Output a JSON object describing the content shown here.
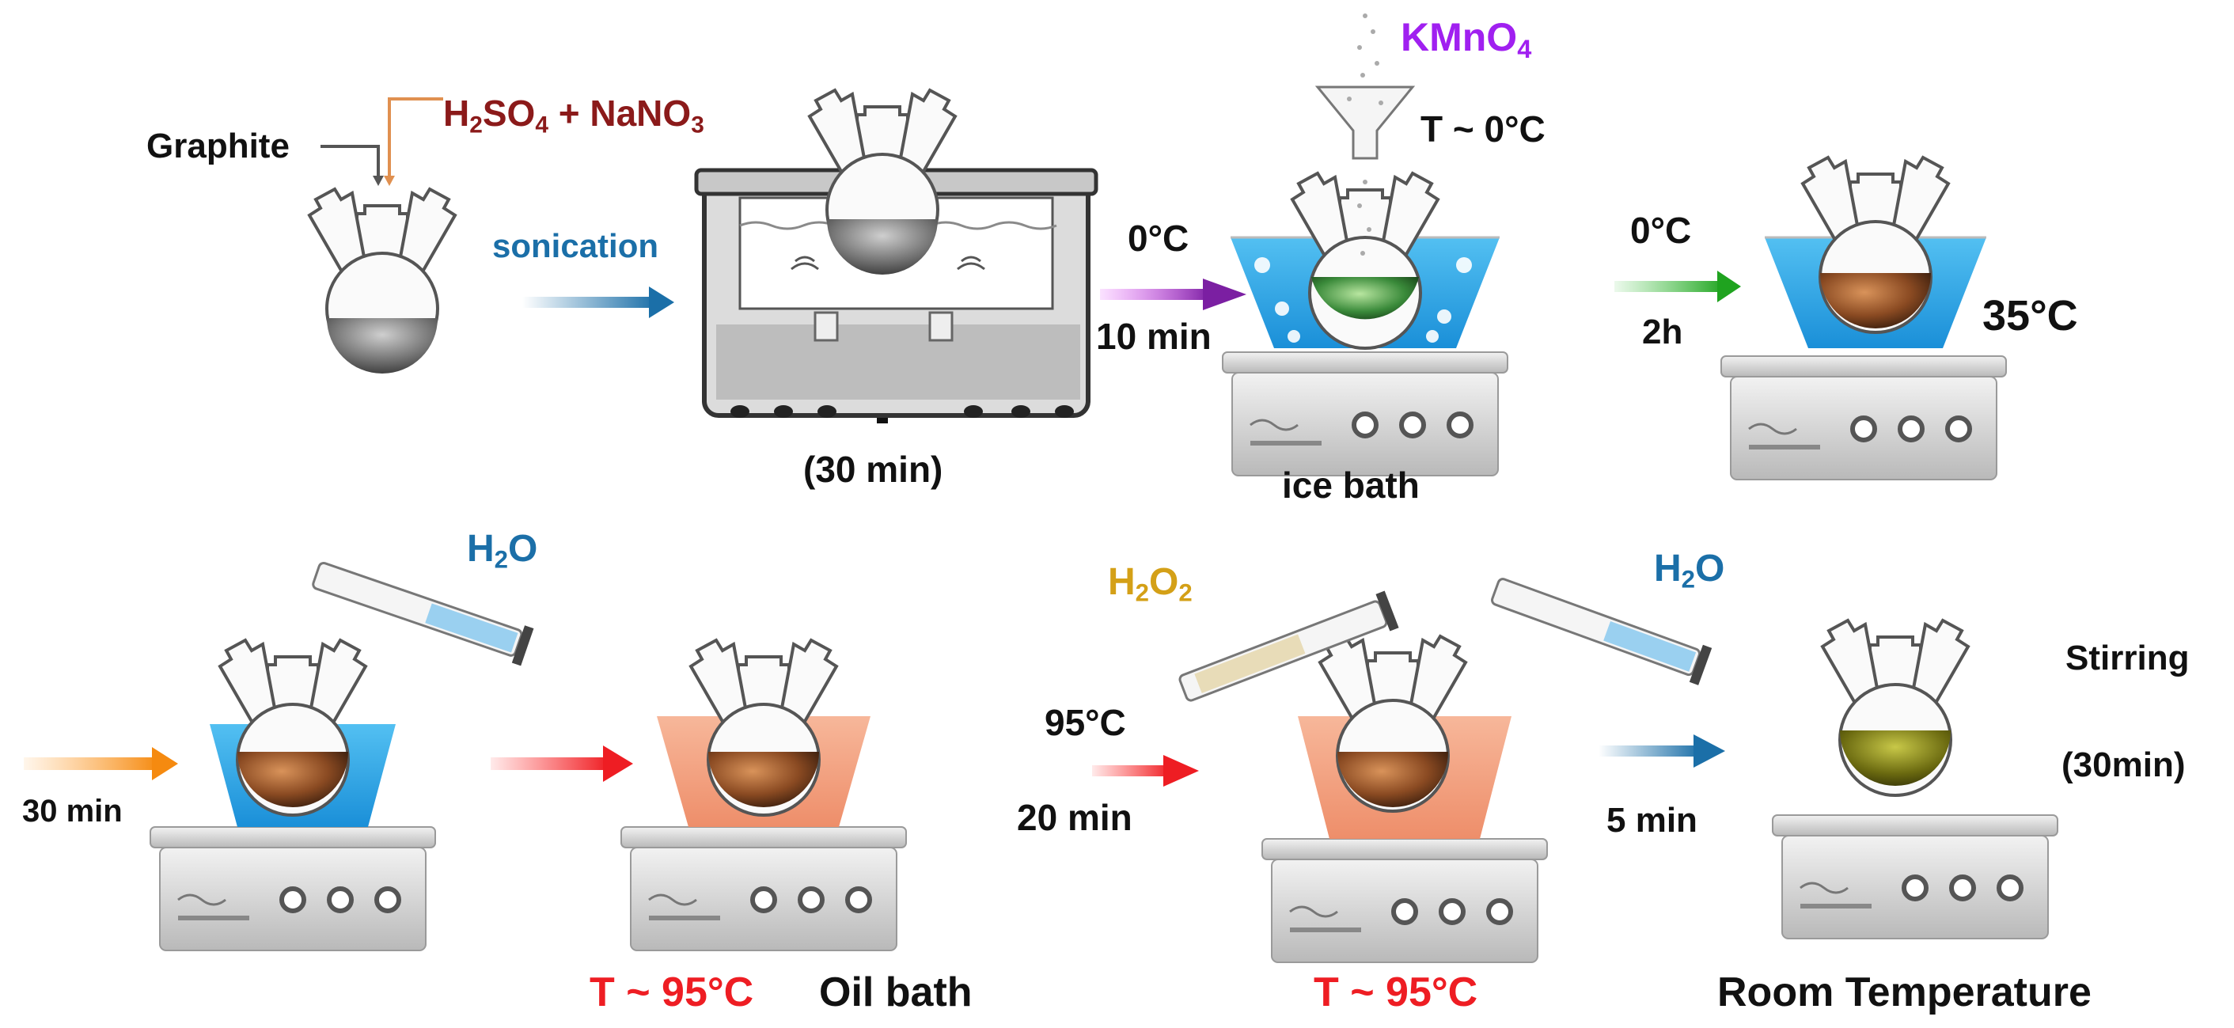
{
  "colors": {
    "dark_red": "#8b1a1a",
    "red": "#ee1d23",
    "blue": "#1b6fa8",
    "purple": "#a020f0",
    "gold": "#d4a017",
    "black": "#111111",
    "ice_water": "#2aa7e8",
    "oil": "#f4a080",
    "brown": "#a0522d",
    "green_liquid": "#3a8a3a",
    "olive": "#6b6a10",
    "gray_liquid": "#7a7a7a"
  },
  "labels": {
    "graphite": "Graphite",
    "h2so4": {
      "a": "H",
      "b": "2",
      "c": "SO",
      "d": "4",
      "e": " + NaNO",
      "f": "3"
    },
    "sonication": "sonication",
    "sonication_time": "(30 min)",
    "step2_temp": "0°C",
    "step2_time": "10 min",
    "kmno4": {
      "a": "KMnO",
      "b": "4"
    },
    "t0": "T ~ 0°C",
    "ice_bath": "ice bath",
    "step3_temp": "0°C",
    "step3_time": "2h",
    "temp35": "35°C",
    "h2o_1": {
      "a": "H",
      "b": "2",
      "c": "O"
    },
    "step4_time": "30 min",
    "t95_1": "T ~ 95°C",
    "oil_bath": "Oil bath",
    "h2o2": {
      "a": "H",
      "b": "2",
      "c": "O",
      "d": "2"
    },
    "step5_temp": "95°C",
    "step5_time": "20 min",
    "h2o_2": {
      "a": "H",
      "b": "2",
      "c": "O"
    },
    "t95_2": "T ~ 95°C",
    "step6_time": "5 min",
    "stirring": "Stirring",
    "stirring_time": "(30min)",
    "room_temp": "Room Temperature"
  },
  "icons": [
    "flask-icon",
    "sonicator-icon",
    "hotplate-icon",
    "funnel-icon",
    "measuring-cylinder-icon",
    "arrow-icon"
  ]
}
